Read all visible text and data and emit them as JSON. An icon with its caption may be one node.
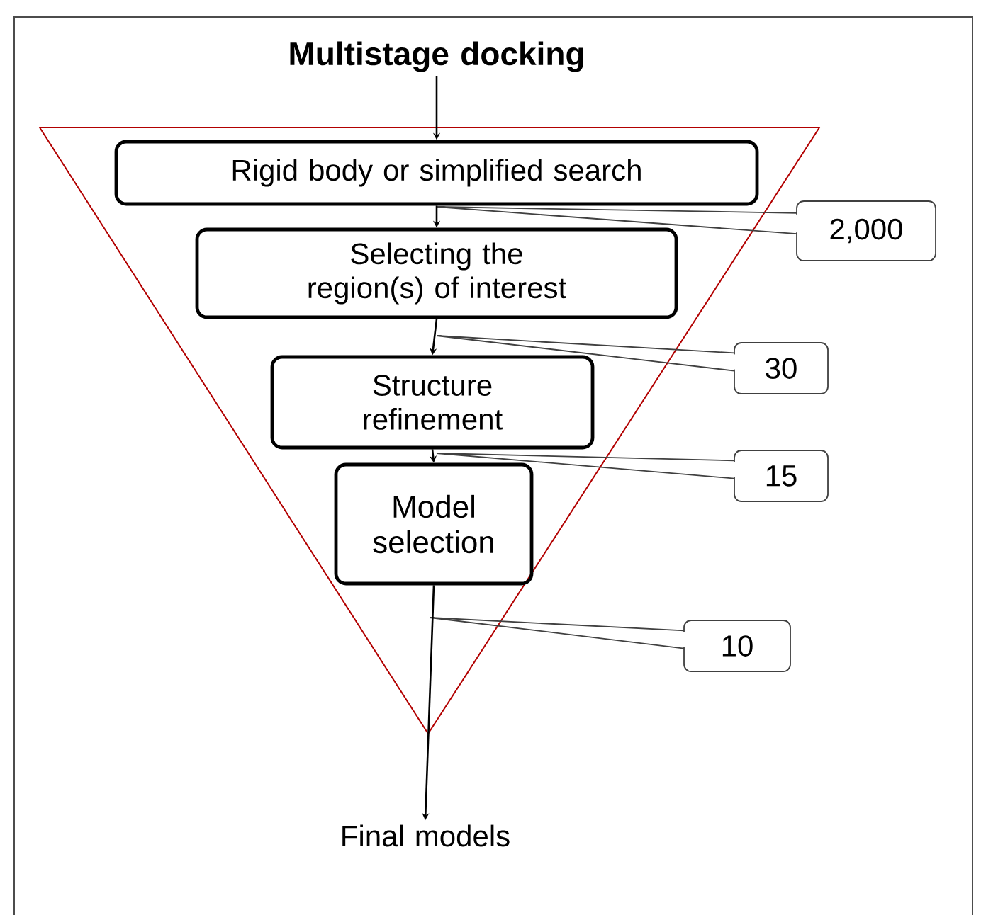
{
  "diagram": {
    "nodes": [
      {
        "text": [
          "Multistage docking"
        ]
      },
      {
        "text": [
          "Rigid body or simplified search"
        ]
      },
      {
        "text": [
          "Selecting the region(s) of interest"
        ]
      },
      {
        "text": [
          "Structure refinement"
        ]
      },
      {
        "text": [
          "Model selection"
        ]
      },
      {
        "text": [
          "Final models"
        ]
      },
      {
        "text": [
          "2,000"
        ]
      },
      {
        "text": [
          "30"
        ]
      },
      {
        "text": [
          "15"
        ]
      },
      {
        "text": [
          "10"
        ]
      }
    ],
    "edges": [
      {
        "from": 0,
        "to": 1,
        "arrow": "to"
      },
      {
        "from": 1,
        "to": 2,
        "arrow": "to"
      },
      {
        "from": 2,
        "to": 3,
        "arrow": "to"
      },
      {
        "from": 3,
        "to": 4,
        "arrow": "to"
      },
      {
        "from": 4,
        "to": 5,
        "arrow": "to"
      }
    ]
  }
}
